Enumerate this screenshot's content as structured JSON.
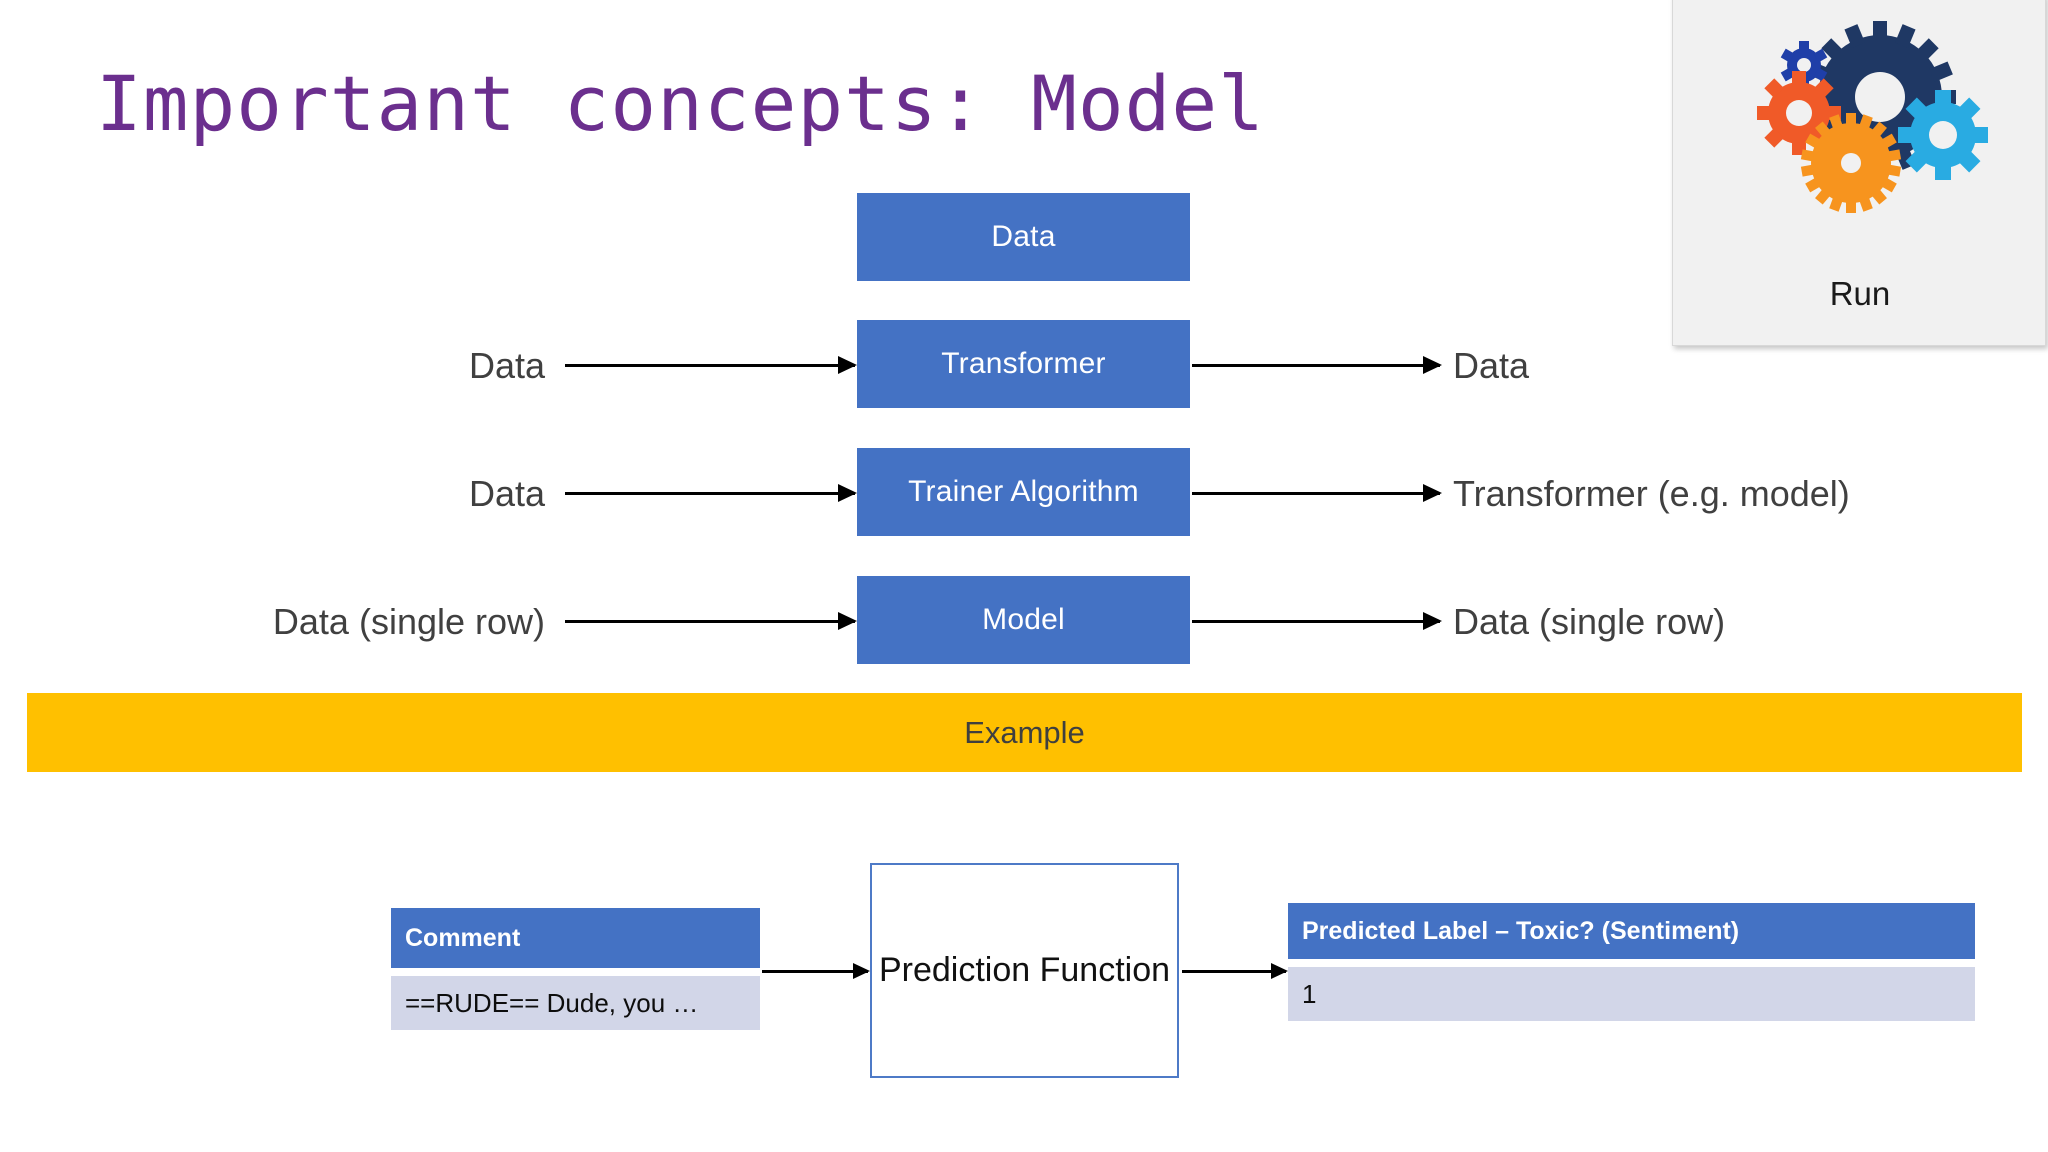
{
  "slide": {
    "title": "Important concepts: Model",
    "background_color": "#FFFFFF",
    "title_color": "#6B2F8E"
  },
  "run_card": {
    "label": "Run",
    "background_color": "#F1F1F1",
    "gears": [
      {
        "name": "gear-large-navy",
        "color": "#1F3864",
        "teeth": 16
      },
      {
        "name": "gear-small-blue",
        "color": "#1F3FA8",
        "teeth": 6
      },
      {
        "name": "gear-orange-red",
        "color": "#F05A28",
        "teeth": 8
      },
      {
        "name": "gear-cyan",
        "color": "#29ABE2",
        "teeth": 8
      },
      {
        "name": "gear-orange",
        "color": "#F7941E",
        "teeth": 18
      }
    ]
  },
  "pipeline": {
    "box_color": "#4472C4",
    "label_color": "#404040",
    "rows": [
      {
        "input": "",
        "box": "Data",
        "output": ""
      },
      {
        "input": "Data",
        "box": "Transformer",
        "output": "Data"
      },
      {
        "input": "Data",
        "box": "Trainer Algorithm",
        "output": "Transformer (e.g. model)"
      },
      {
        "input": "Data (single row)",
        "box": "Model",
        "output": "Data (single row)"
      }
    ]
  },
  "example_band": {
    "label": "Example",
    "background_color": "#FFC000",
    "text_color": "#3F3F3F"
  },
  "example": {
    "input_table": {
      "header": "Comment",
      "value": "==RUDE== Dude, you …"
    },
    "function_box": {
      "label": "Prediction Function",
      "border_color": "#4E7AC7"
    },
    "output_table": {
      "header": "Predicted Label – Toxic? (Sentiment)",
      "value": "1"
    },
    "header_color": "#4472C4",
    "cell_color": "#D2D6E8"
  }
}
